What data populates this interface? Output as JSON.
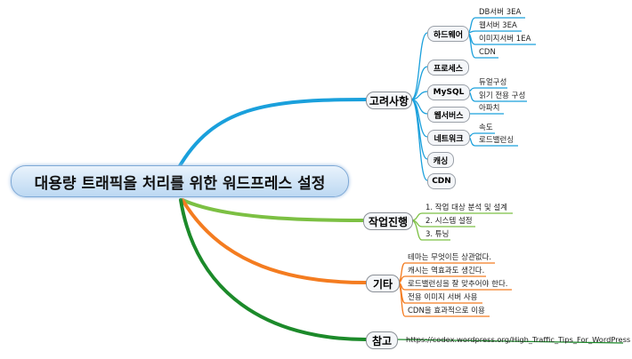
{
  "root": "대용량 트래픽을 처리를 위한 워드프레스 설정",
  "considerations": {
    "label": "고려사항",
    "hardware": {
      "label": "하드웨어",
      "items": [
        "DB서버 3EA",
        "웹서버 3EA",
        "이미지서버 1EA",
        "CDN"
      ]
    },
    "process": {
      "label": "프로세스"
    },
    "mysql": {
      "label": "MySQL",
      "items": [
        "듀얼구성",
        "읽기 전용 구성"
      ]
    },
    "webserver": {
      "label": "웹서버스",
      "items": [
        "아파치"
      ]
    },
    "network": {
      "label": "네트워크",
      "items": [
        "속도",
        "로드밸런싱"
      ]
    },
    "cache": {
      "label": "캐싱"
    },
    "cdn": {
      "label": "CDN"
    }
  },
  "progress": {
    "label": "작업진행",
    "items": [
      "1. 작업 대상 분석 및 설계",
      "2. 시스템 설정",
      "3. 튜닝"
    ]
  },
  "etc": {
    "label": "기타",
    "items": [
      "테마는 무엇이든 상관없다.",
      "캐시는 역효과도 생긴다.",
      "로드밸런싱을 잘 맞추어야 한다.",
      "전용 이미지 서버 사용",
      "CDN을 효과적으로 이용"
    ]
  },
  "reference": {
    "label": "참고",
    "items": [
      "https://codex.wordpress.org/High_Traffic_Tips_For_WordPress"
    ]
  },
  "colors": {
    "considerations": "#1aa0dc",
    "progress": "#7cc043",
    "etc": "#f47c20",
    "reference": "#1c8a2a"
  }
}
